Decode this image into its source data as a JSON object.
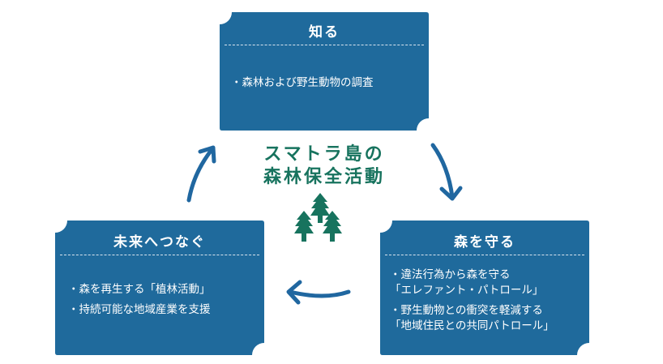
{
  "colors": {
    "box": "#1f6a9c",
    "accent_green": "#17735e",
    "arrow": "#2067a0"
  },
  "center": {
    "line1": "スマトラ島の",
    "line2": "森林保全活動",
    "icon": "trees-icon"
  },
  "boxes": {
    "know": {
      "title": "知る",
      "items": [
        "・森林および野生動物の調査"
      ]
    },
    "protect": {
      "title": "森を守る",
      "items": [
        {
          "line1": "・違法行為から森を守る",
          "line2": "「エレファント・パトロール」"
        },
        {
          "line1": "・野生動物との衝突を軽減する",
          "line2": "「地域住民との共同パトロール」"
        }
      ]
    },
    "future": {
      "title": "未来へつなぐ",
      "items": [
        "・森を再生する「植林活動」",
        "・持続可能な地域産業を支援"
      ]
    }
  },
  "arrows": [
    "arrow-up-right-icon",
    "arrow-down-right-icon",
    "arrow-left-icon"
  ]
}
